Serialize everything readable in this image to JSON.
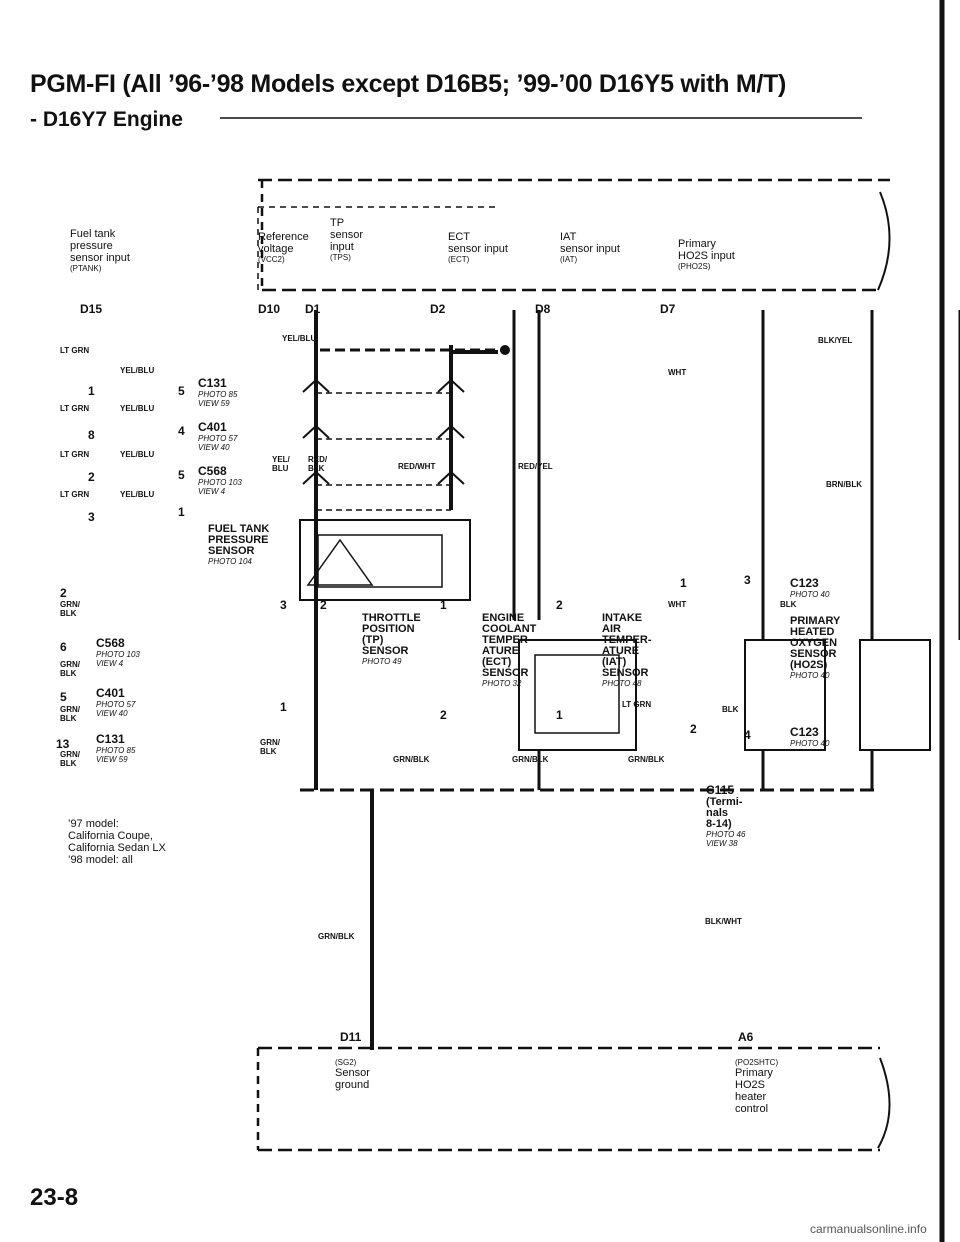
{
  "title": "PGM-FI (All ’96-’98 Models except D16B5; ’99-’00 D16Y5 with M/T)",
  "subtitle": "- D16Y7 Engine",
  "ecm_inputs": [
    {
      "text": "Fuel tank\npressure\nsensor input",
      "code": "(PTANK)"
    },
    {
      "text": "Reference\nvoltage",
      "code": "(VCC2)"
    },
    {
      "text": "TP\nsensor\ninput",
      "code": "(TPS)"
    },
    {
      "text": "ECT\nsensor input",
      "code": "(ECT)"
    },
    {
      "text": "IAT\nsensor input",
      "code": "(IAT)"
    },
    {
      "text": "Primary\nHO2S input",
      "code": "(PHO2S)"
    }
  ],
  "ecm_pins": [
    "D15",
    "D10",
    "D1",
    "D2",
    "D8",
    "D7"
  ],
  "wires": {
    "lt_grn": "LT GRN",
    "yel_blu": "YEL/BLU",
    "yel_blu_split": "YEL/\nBLU",
    "red_blk": "RED/\nBLK",
    "red_wht": "RED/WHT",
    "red_yel": "RED/YEL",
    "wht": "WHT",
    "blk_yel": "BLK/YEL",
    "brn_blk": "BRN/BLK",
    "blk": "BLK",
    "grn_blk_split": "GRN/\nBLK",
    "grn_blk": "GRN/BLK",
    "blk_wht": "BLK/WHT"
  },
  "connectors": {
    "c131": {
      "name": "C131",
      "photo": "PHOTO 85",
      "view": "VIEW 59"
    },
    "c401": {
      "name": "C401",
      "photo": "PHOTO 57",
      "view": "VIEW 40"
    },
    "c568": {
      "name": "C568",
      "photo": "PHOTO 103",
      "view": "VIEW 4"
    },
    "c123": {
      "name": "C123",
      "photo": "PHOTO 40"
    },
    "c115": {
      "name": "C115",
      "desc": "(Termi-\nnals\n8-14)",
      "photo": "PHOTO 46",
      "view": "VIEW 38"
    }
  },
  "components": {
    "fuel_tank": {
      "name": "FUEL TANK\nPRESSURE\nSENSOR",
      "photo": "PHOTO 104"
    },
    "tp": {
      "name": "THROTTLE\nPOSITION\n(TP)\nSENSOR",
      "photo": "PHOTO 49"
    },
    "ect": {
      "name": "ENGINE\nCOOLANT\nTEMPER-\nATURE\n(ECT)\nSENSOR",
      "photo": "PHOTO 32"
    },
    "iat": {
      "name": "INTAKE\nAIR\nTEMPER-\nATURE\n(IAT)\nSENSOR",
      "photo": "PHOTO 48"
    },
    "ho2s": {
      "name": "PRIMARY\nHEATED\nOXYGEN\nSENSOR\n(HO2S)",
      "photo": "PHOTO 40"
    }
  },
  "pin_numbers": {
    "p1": "1",
    "p2": "2",
    "p3": "3",
    "p4": "4",
    "p5": "5",
    "p6": "6",
    "p8": "8",
    "p13": "13"
  },
  "model_note": "’97 model:\nCalifornia Coupe,\nCalifornia Sedan LX\n’98 model: all",
  "ecm_outputs": [
    {
      "pin": "D11",
      "code": "(SG2)",
      "text": "Sensor\nground"
    },
    {
      "pin": "A6",
      "code": "(PO2SHTC)",
      "text": "Primary\nHO2S\nheater\ncontrol"
    }
  ],
  "page_number": "23-8",
  "footer_text": "carmanualsonline.info",
  "colors": {
    "ink": "#111111",
    "background": "#ffffff"
  }
}
